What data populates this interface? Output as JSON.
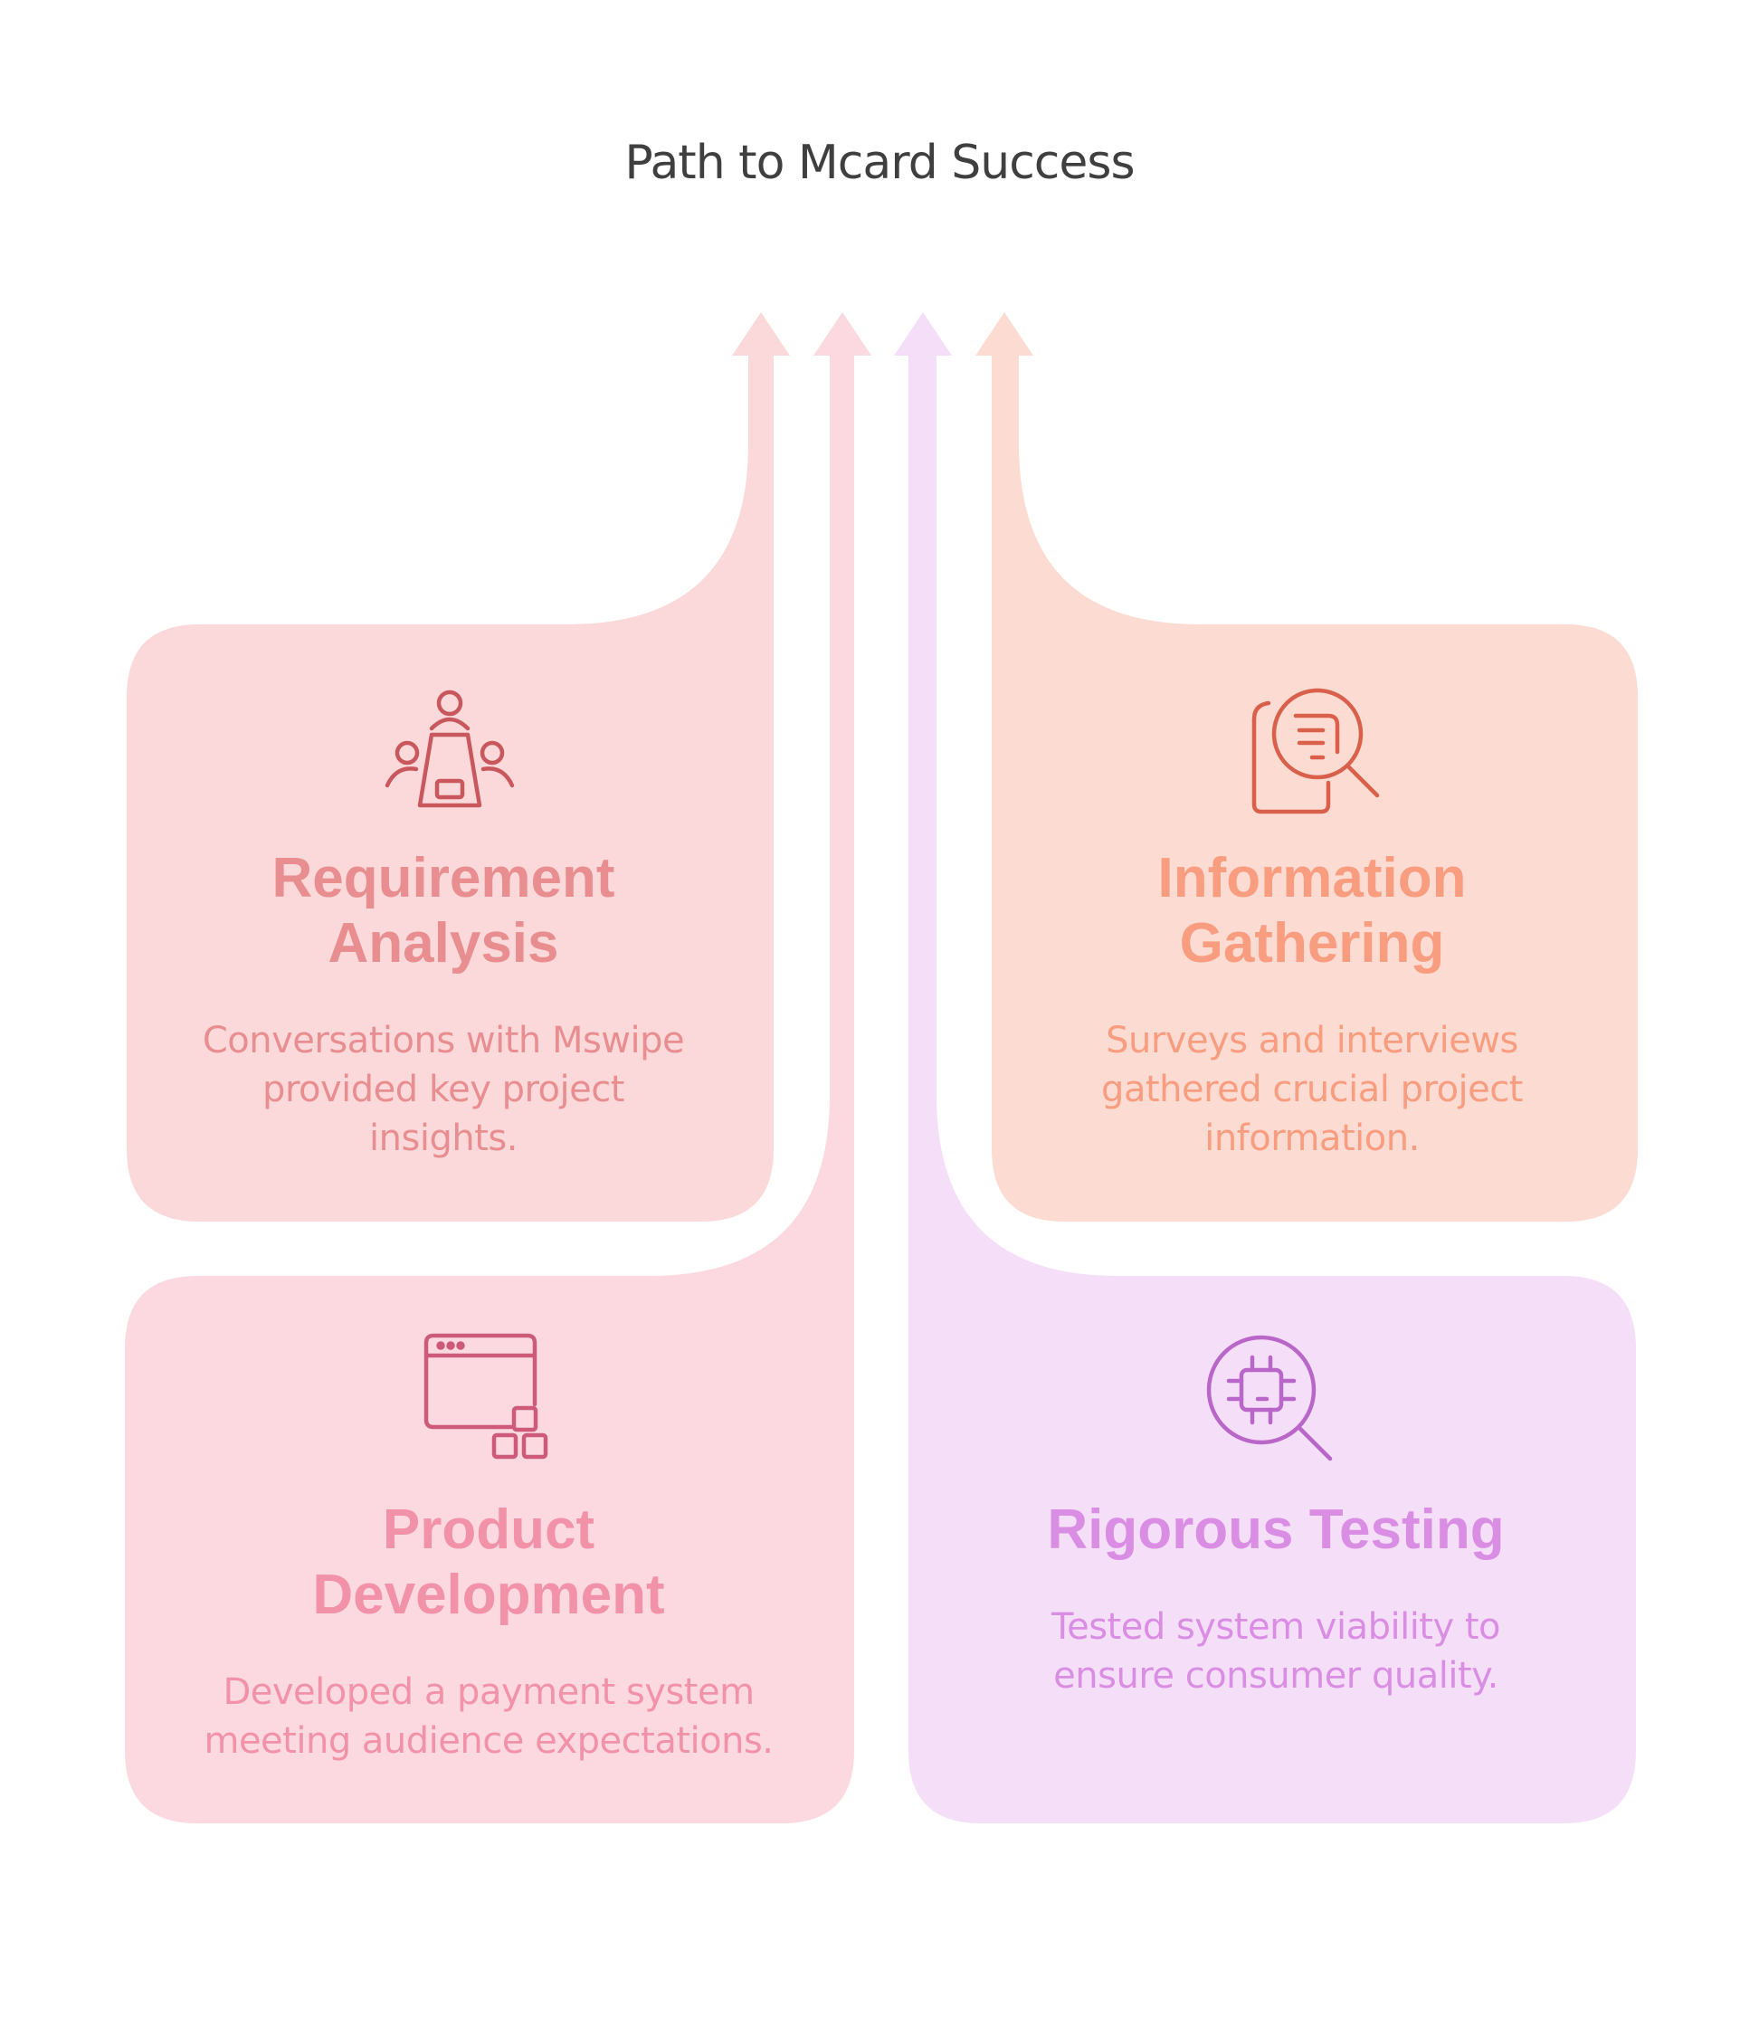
{
  "title": "Path to Mcard Success",
  "colors": {
    "requirement_fill": "#fbd9da",
    "requirement_text": "#e88e90",
    "requirement_icon": "#c8585d",
    "information_fill": "#fcdbd3",
    "information_text": "#f99d80",
    "information_icon": "#d9604a",
    "product_fill": "#fcd9e0",
    "product_text": "#f292a8",
    "product_icon": "#cc5a78",
    "testing_fill": "#f5dff8",
    "testing_text": "#d98ee3",
    "testing_icon": "#b866c8"
  },
  "cards": {
    "requirement": {
      "title_line1": "Requirement",
      "title_line2": "Analysis",
      "desc_line1": "Conversations with Mswipe",
      "desc_line2": "provided key project",
      "desc_line3": "insights.",
      "icon": "meeting-icon"
    },
    "information": {
      "title_line1": "Information",
      "title_line2": "Gathering",
      "desc_line1": "Surveys and interviews",
      "desc_line2": "gathered crucial project",
      "desc_line3": "information.",
      "icon": "document-search-icon"
    },
    "product": {
      "title_line1": "Product",
      "title_line2": "Development",
      "desc_line1": "Developed a payment system",
      "desc_line2": "meeting audience expectations.",
      "icon": "app-window-icon"
    },
    "testing": {
      "title_line1": "Rigorous Testing",
      "desc_line1": "Tested system viability to",
      "desc_line2": "ensure consumer quality.",
      "icon": "chip-search-icon"
    }
  }
}
